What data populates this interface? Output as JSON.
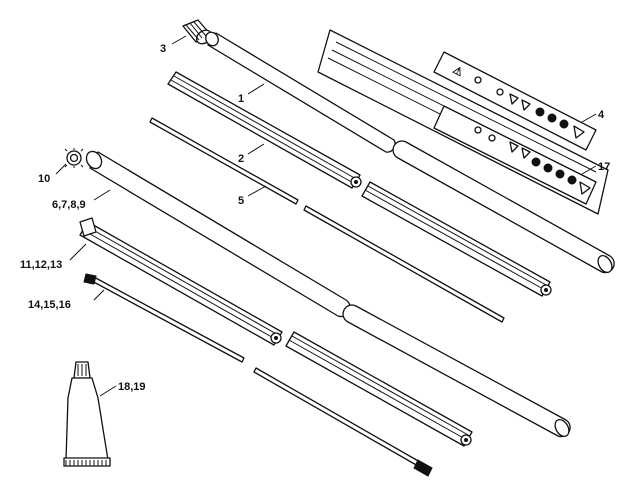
{
  "labels": {
    "p1": "1",
    "p2": "2",
    "p3": "3",
    "p4": "4",
    "p5": "5",
    "p6789": "6,7,8,9",
    "p10": "10",
    "p111213": "11,12,13",
    "p141516": "14,15,16",
    "p17": "17",
    "p1819": "18,19"
  }
}
